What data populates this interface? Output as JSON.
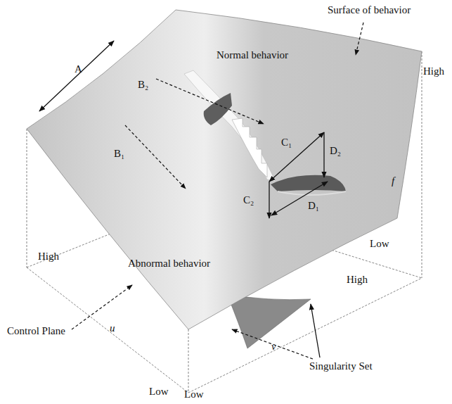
{
  "diagram": {
    "labels": [
      "Surface of behavior",
      "Normal behavior",
      "A",
      "B₂",
      "High",
      "B₁",
      "C₁",
      "D₂",
      "f",
      "C₂",
      "D₁",
      "Abnormal behavior",
      "Low",
      "High",
      "High",
      "Control Plane",
      "u",
      "v",
      "Singularity Set",
      "Low",
      "Low"
    ]
  }
}
